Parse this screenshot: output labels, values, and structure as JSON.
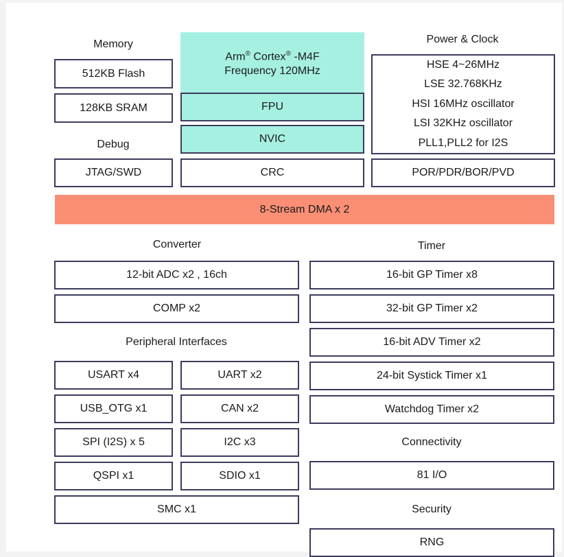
{
  "memory": {
    "heading": "Memory",
    "flash": "512KB Flash",
    "sram": "128KB SRAM"
  },
  "debug": {
    "heading": "Debug",
    "jtag": "JTAG/SWD"
  },
  "core": {
    "line1_a": "Arm",
    "line1_b": " Cortex",
    "line1_c": " -M4F",
    "reg_mark": "®",
    "line2": "Frequency 120MHz",
    "fpu": "FPU",
    "nvic": "NVIC",
    "crc": "CRC"
  },
  "power_clock": {
    "heading": "Power & Clock",
    "items": [
      "HSE 4~26MHz",
      "LSE 32.768KHz",
      "HSI 16MHz oscillator",
      "LSI 32KHz oscillator",
      "PLL1,PLL2 for I2S"
    ],
    "reset": "POR/PDR/BOR/PVD"
  },
  "dma": "8-Stream DMA x 2",
  "converter": {
    "heading": "Converter",
    "adc": "12-bit ADC x2 , 16ch",
    "comp": "COMP x2"
  },
  "timer": {
    "heading": "Timer",
    "items": [
      "16-bit GP Timer x8",
      "32-bit GP Timer x2",
      "16-bit  ADV Timer x2",
      "24-bit  Systick Timer x1",
      "Watchdog Timer x2"
    ]
  },
  "peripheral": {
    "heading": "Peripheral Interfaces",
    "usart": "USART x4",
    "uart": "UART x2",
    "usb": "USB_OTG x1",
    "can": "CAN x2",
    "spi": "SPI (I2S) x 5",
    "i2c": "I2C x3",
    "qspi": "QSPI x1",
    "sdio": "SDIO x1",
    "smc": "SMC x1"
  },
  "connectivity": {
    "heading": "Connectivity",
    "io": "81 I/O"
  },
  "security": {
    "heading": "Security",
    "rng": "RNG"
  },
  "colors": {
    "core": "#a6f0e2",
    "dma": "#fa8f76",
    "border": "#3b3b5c"
  }
}
